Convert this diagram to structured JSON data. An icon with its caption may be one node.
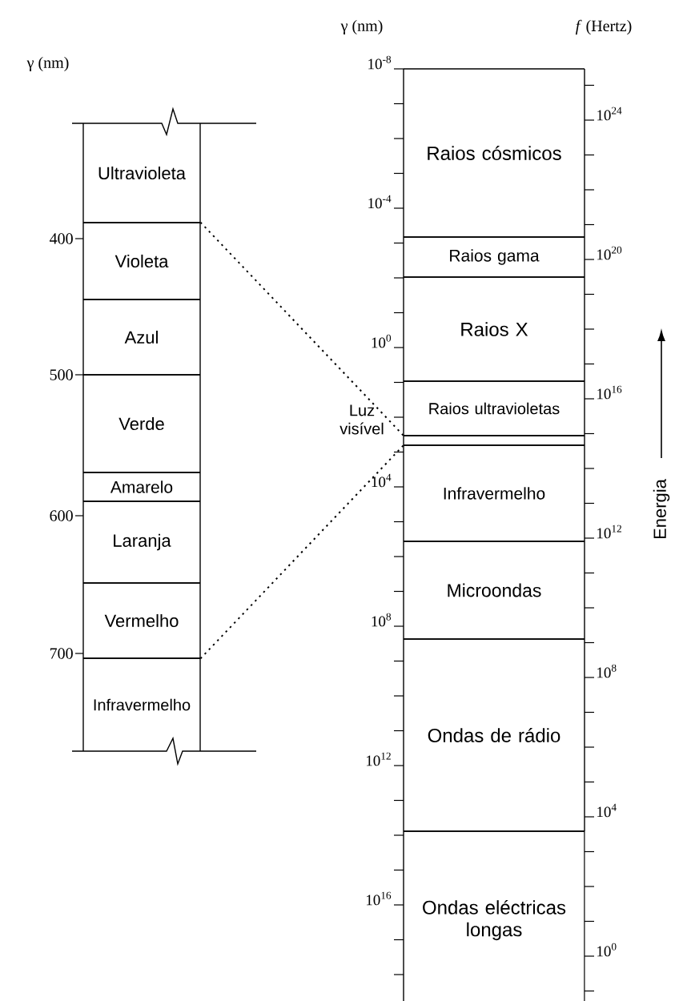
{
  "diagram": {
    "nodes": [
      {
        "text": [
          "Ultravioleta"
        ]
      },
      {
        "text": [
          "Violeta"
        ]
      },
      {
        "text": [
          "Azul"
        ]
      },
      {
        "text": [
          "Verde"
        ]
      },
      {
        "text": [
          "Amarelo"
        ]
      },
      {
        "text": [
          "Laranja"
        ]
      },
      {
        "text": [
          "Vermelho"
        ]
      },
      {
        "text": [
          "Infravermelho"
        ]
      },
      {
        "text": [
          "Raios cósmicos"
        ]
      },
      {
        "text": [
          "Raios gama"
        ]
      },
      {
        "text": [
          "Raios X"
        ]
      },
      {
        "text": [
          "Raios ultravioletas"
        ]
      },
      {
        "text": [
          "Luz visível"
        ]
      },
      {
        "text": [
          "Infravermelho"
        ]
      },
      {
        "text": [
          "Microondas"
        ]
      },
      {
        "text": [
          "Ondas de rádio"
        ]
      },
      {
        "text": [
          "Ondas eléctricas longas"
        ]
      }
    ],
    "edges": [
      {
        "from": 1,
        "to": 12,
        "arrow": "none",
        "style": "dashed"
      },
      {
        "from": 6,
        "to": 12,
        "arrow": "none",
        "style": "dashed"
      }
    ],
    "labels": [
      "γ (nm)",
      "400",
      "500",
      "600",
      "700",
      "γ (nm)",
      "*f* (Hertz)",
      "10$^{-8}$",
      "10$^{-4}$",
      "10$^{0}$",
      "10$^{4}$",
      "10$^{8}$",
      "10$^{12}$",
      "10$^{16}$",
      "10$^{24}$",
      "10$^{20}$",
      "10$^{16}$",
      "10$^{12}$",
      "10$^{8}$",
      "10$^{4}$",
      "10$^{0}$",
      "Energia"
    ]
  }
}
